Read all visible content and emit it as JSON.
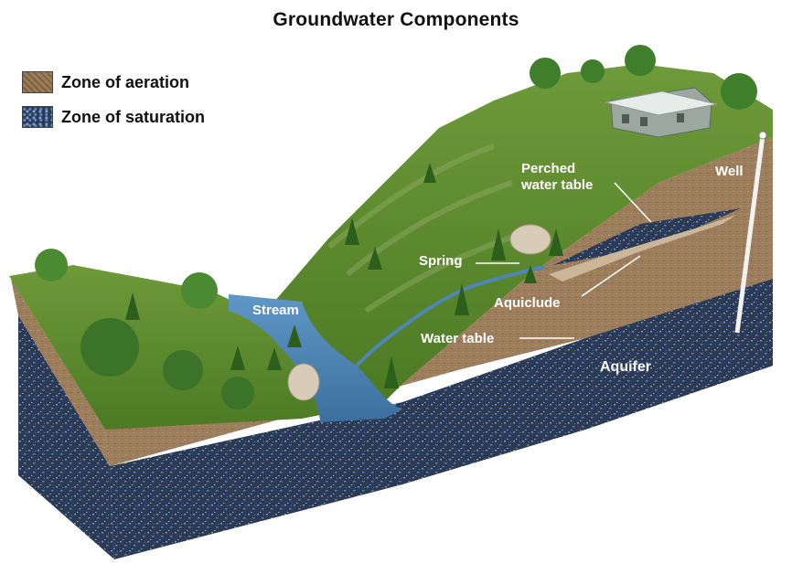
{
  "title": "Groundwater Components",
  "legend": [
    {
      "label": "Zone of aeration",
      "color": "#8b6b4a"
    },
    {
      "label": "Zone of saturation",
      "color": "#2f3f5a"
    }
  ],
  "labels": {
    "perched": [
      "Perched",
      "water table"
    ],
    "well": "Well",
    "spring": "Spring",
    "stream": "Stream",
    "aquiclude": "Aquiclude",
    "water_table": "Water table",
    "aquifer": "Aquifer"
  },
  "colors": {
    "grass": "#5f8a2e",
    "grass_dark": "#3f6b1e",
    "aeration": "#9a7a5a",
    "saturation": "#2f3d5c",
    "water": "#4f86b6",
    "tree": "#2f6b1f"
  }
}
